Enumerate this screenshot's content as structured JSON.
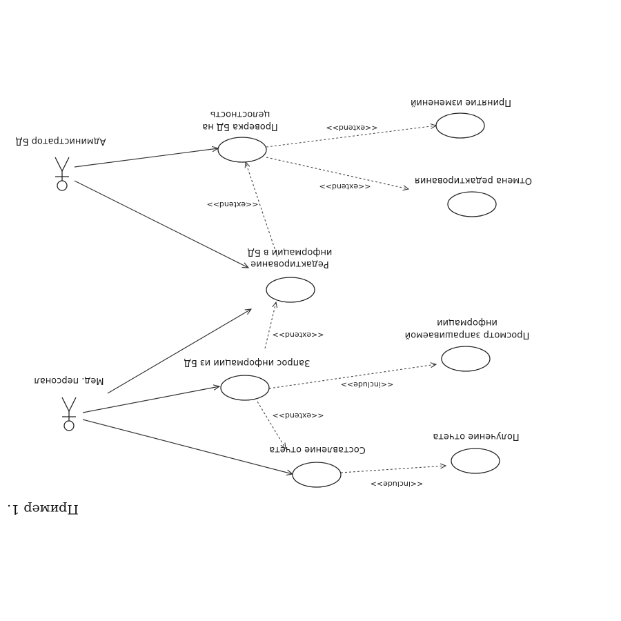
{
  "actors": {
    "admin": "Администратор БД",
    "staff": "Мед. персонал"
  },
  "use_cases": {
    "integrity_check": [
      "Проверка БД на",
      "целостность"
    ],
    "accept_changes": [
      "Принятие изменений"
    ],
    "cancel_edit": [
      "Отмена редактирования"
    ],
    "edit_info": [
      "Редактирование",
      "информации в БД"
    ],
    "request_info": [
      "Запрос информации из БД"
    ],
    "view_requested": [
      "Просмотр запрашиваемой",
      "информации"
    ],
    "make_report": [
      "Составление отчета"
    ],
    "get_report": [
      "Получение отчета"
    ]
  },
  "stereotypes": {
    "extend": "<<extend>>",
    "include": "<<include>>"
  },
  "caption": "Пример 1."
}
